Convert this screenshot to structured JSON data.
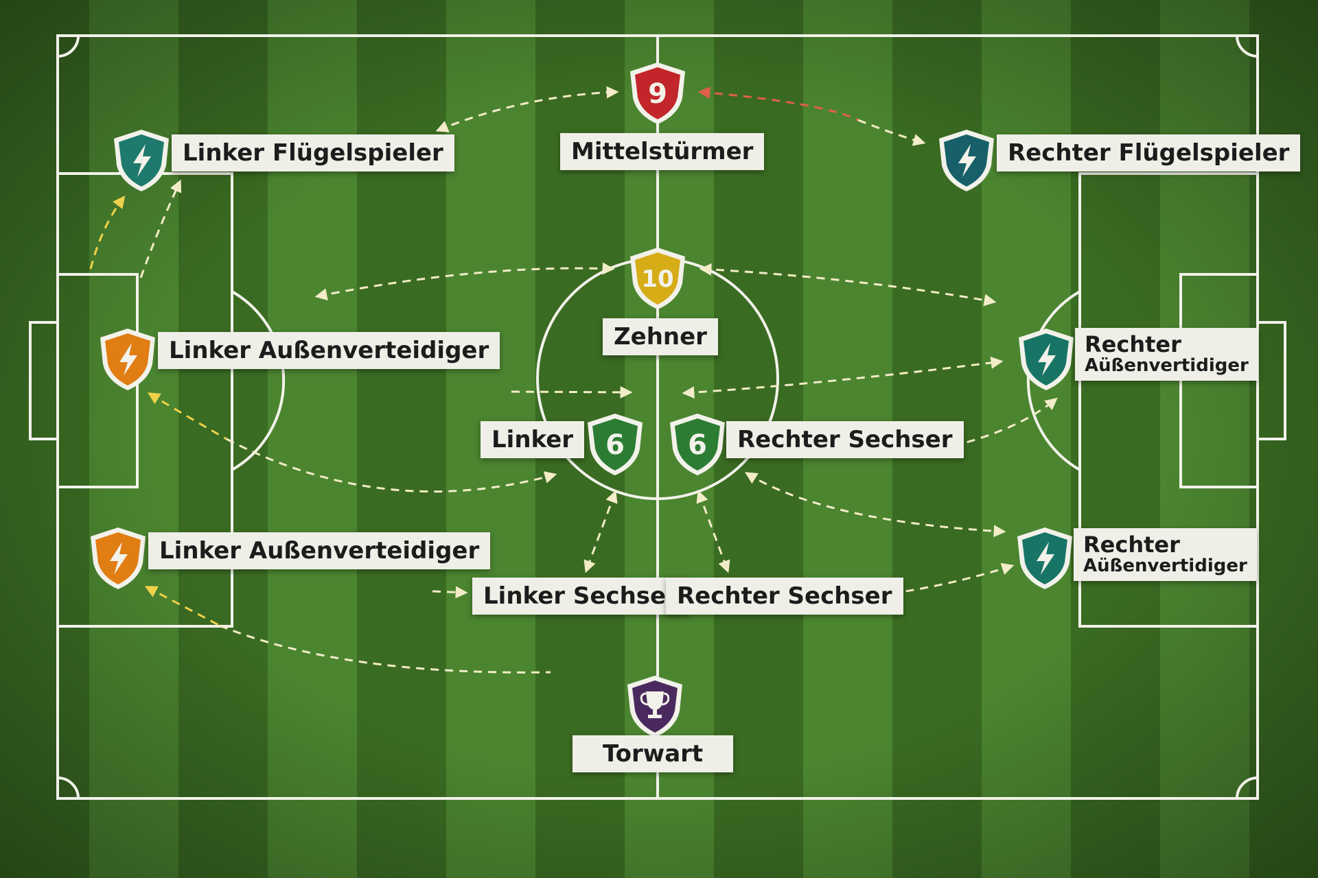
{
  "diagram": {
    "colors": {
      "grass_dark": "#3a6b22",
      "grass_light": "#4b8530",
      "lines": "#f2f2ea",
      "label_bg": "#efefe8",
      "arrow": "#f3ecc8",
      "arrow_red": "#e0604a",
      "arrow_yellow": "#efd24a"
    },
    "positions": {
      "left_winger": {
        "label": "Linker Flügelspieler",
        "icon": "lightning-icon",
        "color": "#1e7a6c"
      },
      "striker": {
        "label": "Mittelstürmer",
        "number": "9",
        "color": "#c2262b"
      },
      "right_winger": {
        "label": "Rechter Flügelspieler",
        "icon": "lightning-icon",
        "color": "#17606a"
      },
      "left_back_upper": {
        "label": "Linker Außenverteidiger",
        "icon": "lightning-icon",
        "color": "#e07d13"
      },
      "playmaker": {
        "label": "Zehner",
        "number": "10",
        "color": "#d6ac17"
      },
      "right_back_upper": {
        "label": "Rechter",
        "sublabel": "Aüßenvertidiger",
        "icon": "lightning-icon",
        "color": "#187566"
      },
      "left_six": {
        "label": "Linker",
        "number": "6",
        "color": "#2c7d33"
      },
      "right_six": {
        "label": "Rechter Sechser",
        "number": "6",
        "color": "#2c7d33"
      },
      "left_back_lower": {
        "label": "Linker Außenverteidiger",
        "icon": "lightning-icon",
        "color": "#e07d13"
      },
      "right_back_lower": {
        "label": "Rechter",
        "sublabel": "Aüßenvertidiger",
        "icon": "lightning-icon",
        "color": "#187566"
      },
      "left_six_label": {
        "label": "Linker Sechser"
      },
      "right_six_label": {
        "label": "Rechter Sechser"
      },
      "goalkeeper": {
        "label": "Torwart",
        "icon": "trophy-icon",
        "color": "#4a2a5e"
      }
    }
  }
}
